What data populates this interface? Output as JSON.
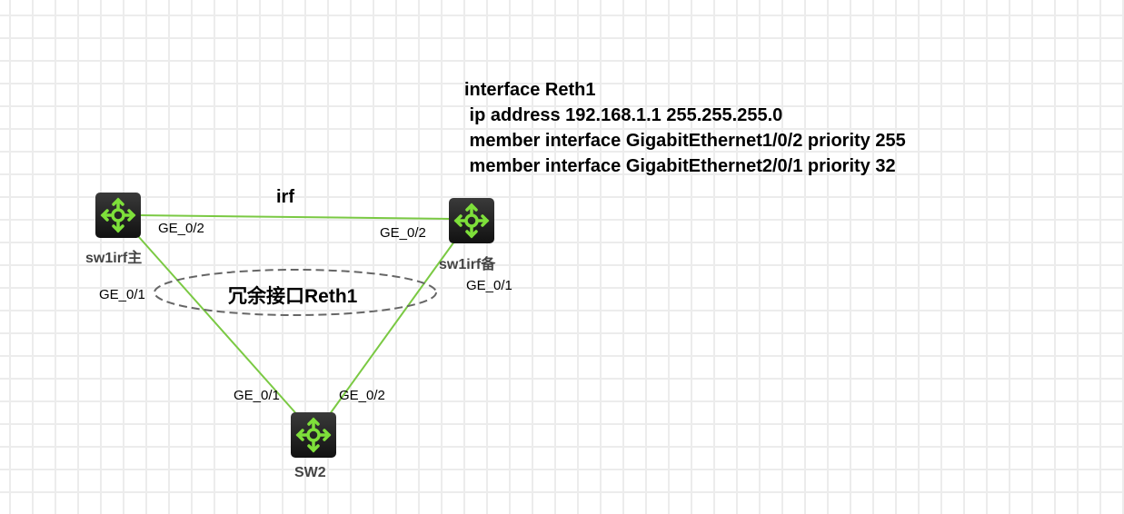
{
  "config": {
    "lines": [
      "interface Reth1",
      " ip address 192.168.1.1 255.255.255.0",
      " member interface GigabitEthernet1/0/2 priority 255",
      " member interface GigabitEthernet2/0/1 priority 32"
    ]
  },
  "devices": {
    "sw1_master": {
      "name": "sw1irf主",
      "icon": "layer3-switch-icon"
    },
    "sw1_backup": {
      "name": "sw1irf备",
      "icon": "layer3-switch-icon"
    },
    "sw2": {
      "name": "SW2",
      "icon": "layer3-switch-icon"
    }
  },
  "links": {
    "irf_label": "irf",
    "master_ge02": "GE_0/2",
    "backup_ge02": "GE_0/2",
    "master_ge01": "GE_0/1",
    "backup_ge01": "GE_0/1",
    "sw2_ge01": "GE_0/1",
    "sw2_ge02": "GE_0/2"
  },
  "reth_group": {
    "label": "冗余接口Reth1"
  },
  "colors": {
    "link": "#7ac943",
    "icon": "#7ee03a",
    "ellipse": "#666666"
  }
}
